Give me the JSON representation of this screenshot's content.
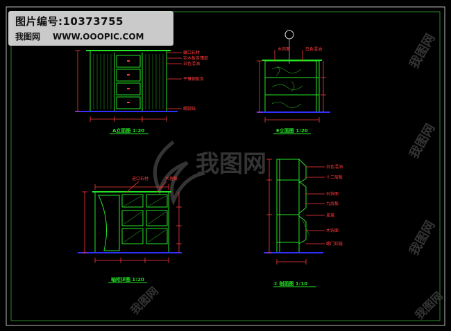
{
  "banner": {
    "id_line": "图片编号:10373755",
    "site_name": "我图网",
    "site_url": "WWW.OOOPIC.COM"
  },
  "watermark": {
    "text": "我图网"
  },
  "views": {
    "a_elevation": {
      "title": "A立面图 1:20",
      "labels": [
        "藏口石材",
        "实木板条镶嵌",
        "白色混油",
        "平镶钢板条",
        "踢脚线"
      ]
    },
    "e_elevation": {
      "title": "E立面图 1:20",
      "labels": [
        "木饰面",
        "白色混油"
      ]
    },
    "detail": {
      "title": "轴柜详图 1:20",
      "labels": [
        "进口石材",
        "大理板"
      ]
    },
    "section": {
      "title": "② 剖面图 1:10",
      "labels": [
        "白色混油",
        "十二层板",
        "石饰面",
        "九层板",
        "玻璃",
        "木饰面",
        "踢门铰链"
      ]
    }
  },
  "colors": {
    "frame": "#ffffff",
    "outline": "#26e326",
    "dimension": "#ff3a3a",
    "floor": "#3030ff",
    "background": "#000000"
  }
}
